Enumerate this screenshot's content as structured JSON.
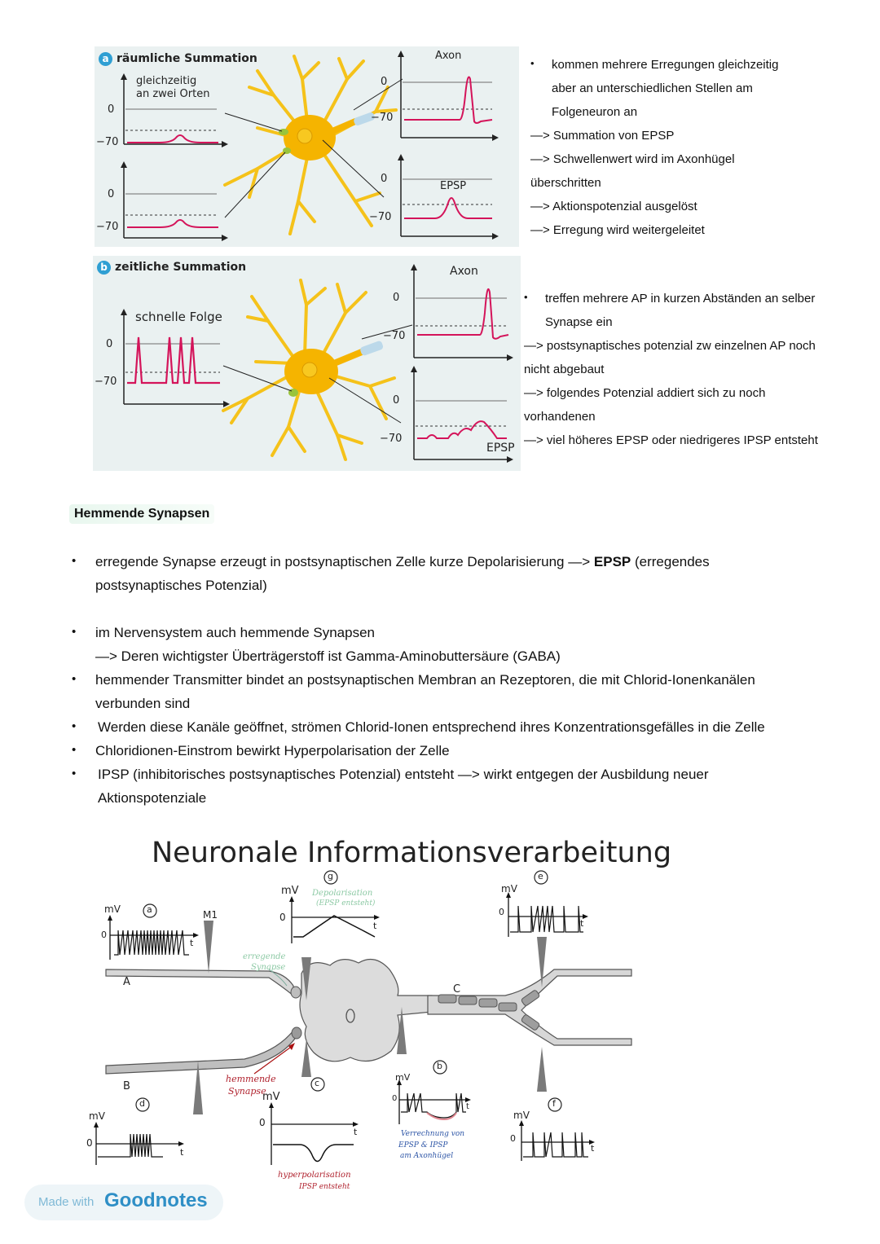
{
  "panel_a": {
    "badge": "a",
    "title": "räumliche Summation",
    "graph_label": "gleichzeitig\nan zwei Orten",
    "axon_label": "Axon",
    "epsp_label": "EPSP",
    "tick_0": "0",
    "tick_minus70": "−70"
  },
  "panel_b": {
    "badge": "b",
    "title": "zeitliche Summation",
    "graph_label": "schnelle Folge",
    "axon_label": "Axon",
    "epsp_label": "EPSP",
    "tick_0": "0",
    "tick_minus70": "−70"
  },
  "notes_a": [
    "kommen mehrere Erregungen gleichzeitig",
    "aber an unterschiedlichen Stellen am",
    "Folgeneuron an",
    "—> Summation von EPSP",
    "—> Schwellenwert wird im Axonhügel",
    "überschritten",
    "—> Aktionspotenzial ausgelöst",
    "—> Erregung wird weitergeleitet"
  ],
  "notes_b": [
    "treffen mehrere AP in kurzen Abständen an selber",
    "Synapse ein",
    "—> postsynaptisches potenzial zw einzelnen AP noch",
    "nicht abgebaut",
    "—> folgendes Potenzial addiert sich zu noch",
    "vorhandenen",
    "—> viel höheres EPSP oder niedrigeres IPSP entsteht"
  ],
  "bullet": "•",
  "section_heading": "Hemmende Synapsen",
  "paragraphs": {
    "p1a": "erregende Synapse erzeugt in postsynaptischen Zelle kurze Depolarisierung —> ",
    "p1b": "EPSP",
    "p1c": " (erregendes",
    "p1d": "postsynaptisches Potenzial)",
    "p2a": "im Nervensystem auch hemmende Synapsen",
    "p2b": "—> Deren wichtigster Überträgerstoff ist Gamma-Aminobuttersäure (GABA)",
    "p3a": "hemmender Transmitter bindet an postsynaptischen Membran an Rezeptoren, die mit Chlorid-Ionenkanälen",
    "p3b": "verbunden sind",
    "p4": "Werden diese Kanäle geöffnet, strömen Chlorid-Ionen entsprechend ihres Konzentrationsgefälles in die Zelle",
    "p5": "Chloridionen-Einstrom bewirkt Hyperpolarisation der Zelle",
    "p6a": "IPSP (inhibitorisches postsynaptisches Potenzial) entsteht —> wirkt entgegen der Ausbildung neuer",
    "p6b": "Aktionspotenziale"
  },
  "diagram": {
    "title": "Neuronale Informationsverarbeitung",
    "mv": "mV",
    "t": "t",
    "zero": "0",
    "label_a": "a",
    "label_b": "b",
    "label_c": "c",
    "label_d": "d",
    "label_e": "e",
    "label_f": "f",
    "label_g": "g",
    "m1": "M1",
    "neuron_A": "A",
    "neuron_B": "B",
    "neuron_C": "C",
    "note_depol_1": "Depolarisation",
    "note_depol_2": "(EPSP entsteht)",
    "note_erreg_1": "erregende",
    "note_erreg_2": "Synapse",
    "note_hemm_1": "hemmende",
    "note_hemm_2": "Synapse",
    "note_hyper_1": "hyperpolarisation",
    "note_hyper_2": "IPSP entsteht",
    "note_verr_1": "Verrechnung von",
    "note_verr_2": "EPSP & IPSP",
    "note_verr_3": "am Axonhügel"
  },
  "footer": {
    "made_with": "Made with",
    "brand": "Goodnotes"
  },
  "colors": {
    "panel_bg": "#eaf1f1",
    "trace": "#d4145a",
    "neuron": "#f5b400",
    "badge": "#2f9fd3",
    "brand": "#2f8fc6"
  }
}
